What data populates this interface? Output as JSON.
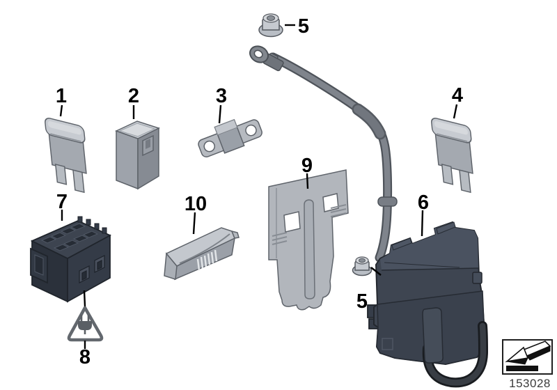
{
  "figure": {
    "background_color": "#ffffff",
    "part_code": "153028",
    "callouts": {
      "c1": "1",
      "c2": "2",
      "c3": "3",
      "c4": "4",
      "c5_top": "5",
      "c5_bottom": "5",
      "c6": "6",
      "c7": "7",
      "c8": "8",
      "c9": "9",
      "c10": "10"
    },
    "symbols": {
      "warning_plug_icon": "rounded-triangle-with-plug-glyph",
      "direction_arrow_icon": "3d-arrow-pointing-lower-left-in-box"
    },
    "colors": {
      "part_light_gray": "#a8adb4",
      "part_lighter_top": "#c7cbd1",
      "part_dark_module": "#3e4551",
      "cable_gray": "#7f848c",
      "cable_outline": "#4e535a",
      "loop_cable_dark": "#24282e",
      "label_black": "#000000"
    }
  }
}
